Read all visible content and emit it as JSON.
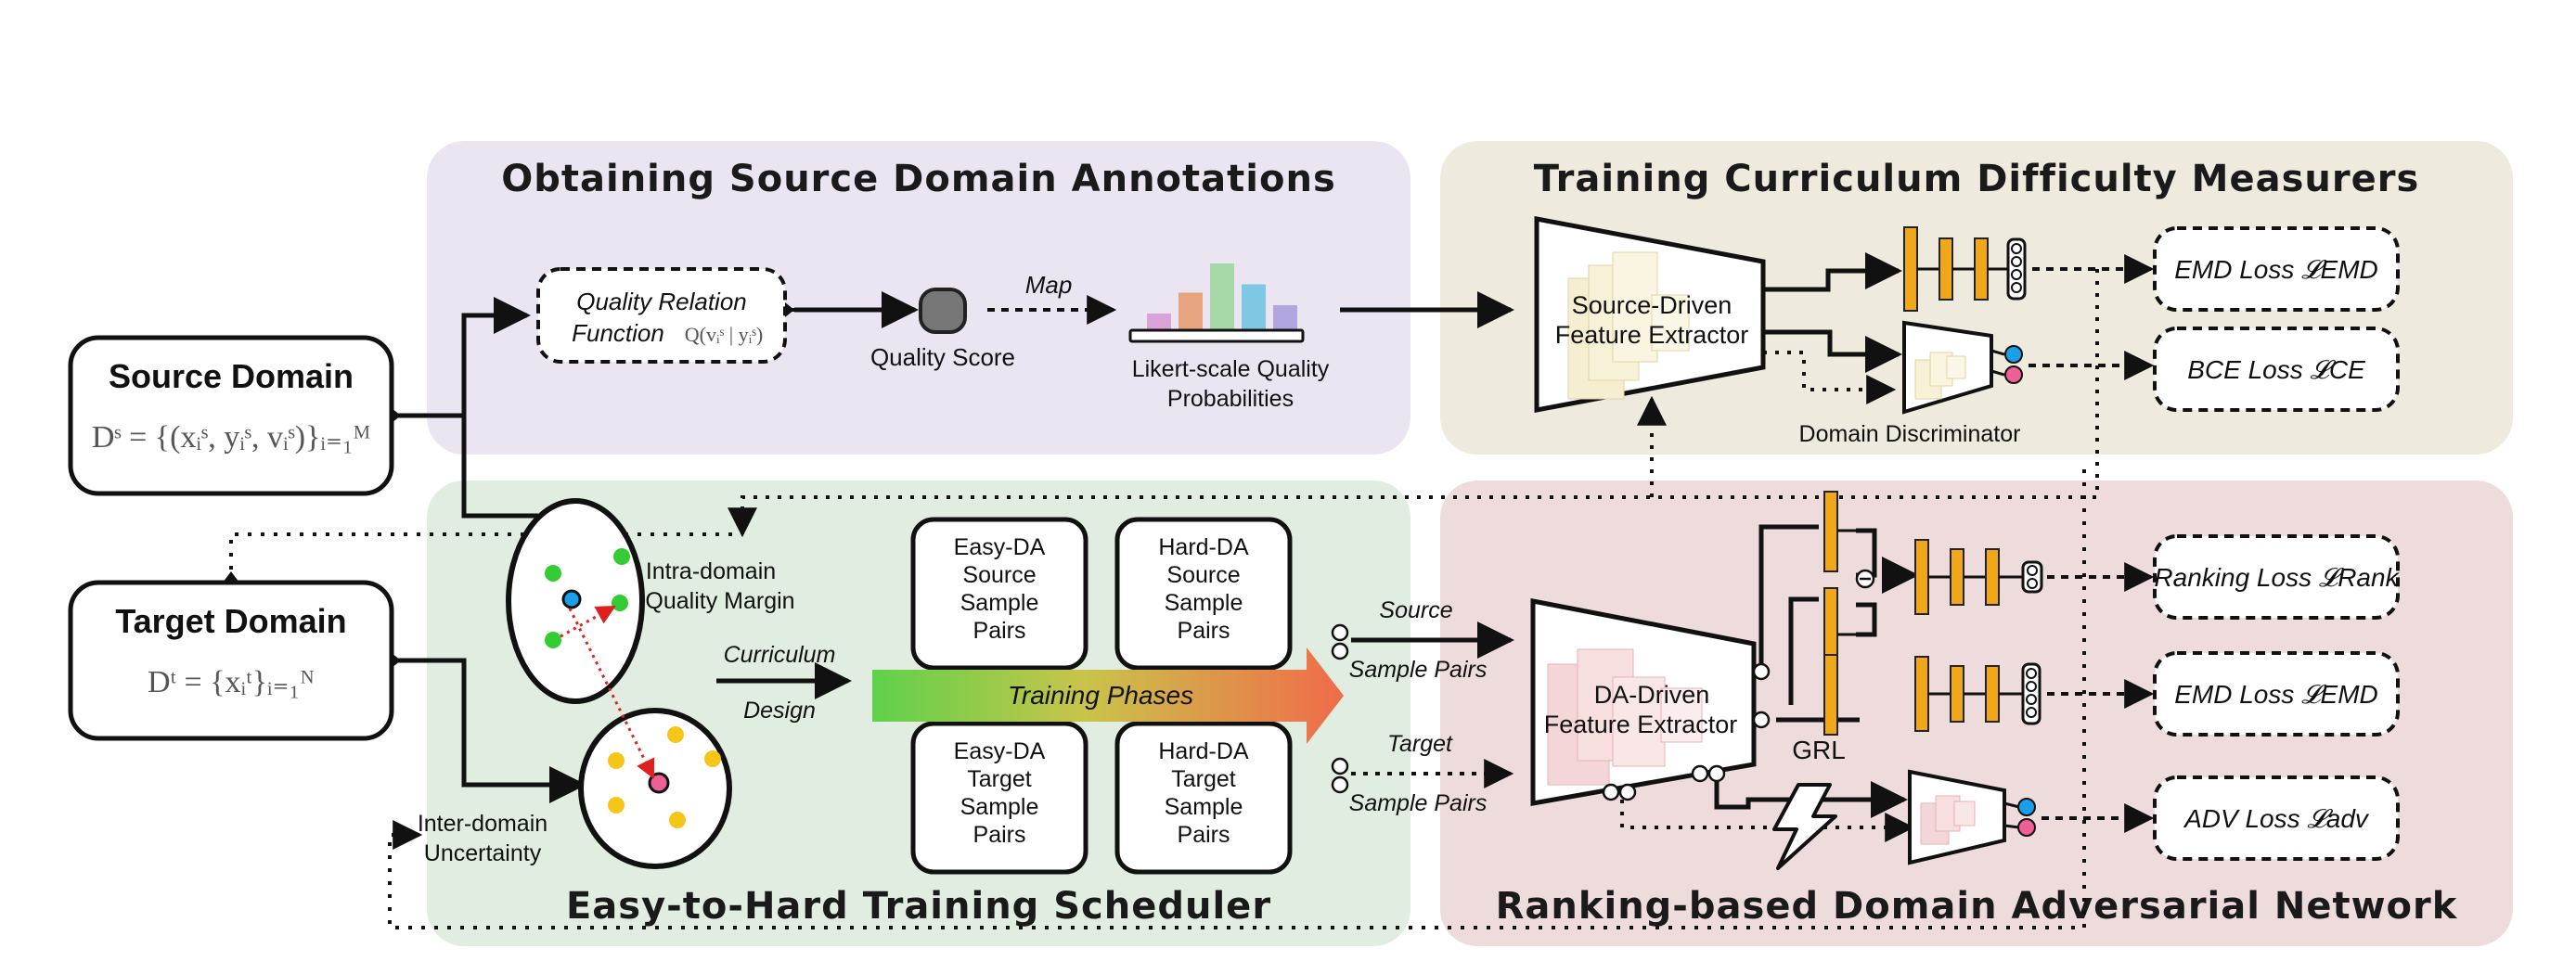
{
  "panels": {
    "source_annotations": "Obtaining Source Domain Annotations",
    "difficulty_measurers": "Training Curriculum Difficulty Measurers",
    "scheduler": "Easy-to-Hard Training Scheduler",
    "adversarial_network": "Ranking-based Domain Adversarial Network"
  },
  "domains": {
    "source": {
      "title": "Source Domain",
      "formula": "Dˢ = {(xᵢˢ, yᵢˢ, vᵢˢ)}ᵢ₌₁ᴹ"
    },
    "target": {
      "title": "Target Domain",
      "formula": "Dᵗ = {xᵢᵗ}ᵢ₌₁ᴺ"
    }
  },
  "annotation": {
    "qrf_line1": "Quality Relation",
    "qrf_line2": "Function",
    "qrf_formula": "Q(vᵢˢ | yᵢˢ)",
    "quality_score": "Quality Score",
    "map": "Map",
    "likert_line1": "Likert-scale Quality",
    "likert_line2": "Probabilities",
    "likert_bars": [
      0.2,
      0.45,
      0.8,
      0.55,
      0.3
    ],
    "likert_colors": [
      "#d9a3d9",
      "#e6a57e",
      "#a8d8a8",
      "#7ec8e3",
      "#b3a6e0"
    ]
  },
  "measurers": {
    "extractor_line1": "Source-Driven",
    "extractor_line2": "Feature Extractor",
    "discriminator": "Domain Discriminator",
    "emd_loss": "EMD Loss 𝓛EMD",
    "bce_loss": "BCE Loss 𝓛CE"
  },
  "scheduler": {
    "intra_line1": "Intra-domain",
    "intra_line2": "Quality Margin",
    "inter_line1": "Inter-domain",
    "inter_line2": "Uncertainty",
    "curriculum": "Curriculum",
    "design": "Design",
    "phases": "Training Phases",
    "boxes": [
      {
        "lines": [
          "Easy-DA",
          "Source",
          "Sample",
          "Pairs"
        ]
      },
      {
        "lines": [
          "Hard-DA",
          "Source",
          "Sample",
          "Pairs"
        ]
      },
      {
        "lines": [
          "Easy-DA",
          "Target",
          "Sample",
          "Pairs"
        ]
      },
      {
        "lines": [
          "Hard-DA",
          "Target",
          "Sample",
          "Pairs"
        ]
      }
    ]
  },
  "network": {
    "source_line1": "Source",
    "source_line2": "Sample Pairs",
    "target_line1": "Target",
    "target_line2": "Sample Pairs",
    "extractor_line1": "DA-Driven",
    "extractor_line2": "Feature Extractor",
    "grl": "GRL",
    "ranking_loss": "Ranking Loss 𝓛Rank",
    "emd_loss": "EMD Loss 𝓛EMD",
    "adv_loss": "ADV Loss 𝓛adv"
  },
  "colors": {
    "purple_panel": "#ebe5f2",
    "olive_panel": "#eeeadd",
    "green_panel": "#e0ede0",
    "pink_panel": "#eedcdc",
    "orange_block": "#f0a818",
    "dot_blue": "#1aa0e8",
    "dot_pink": "#ee5f96",
    "dot_green": "#33cc33",
    "dot_yellow": "#f5c518"
  }
}
